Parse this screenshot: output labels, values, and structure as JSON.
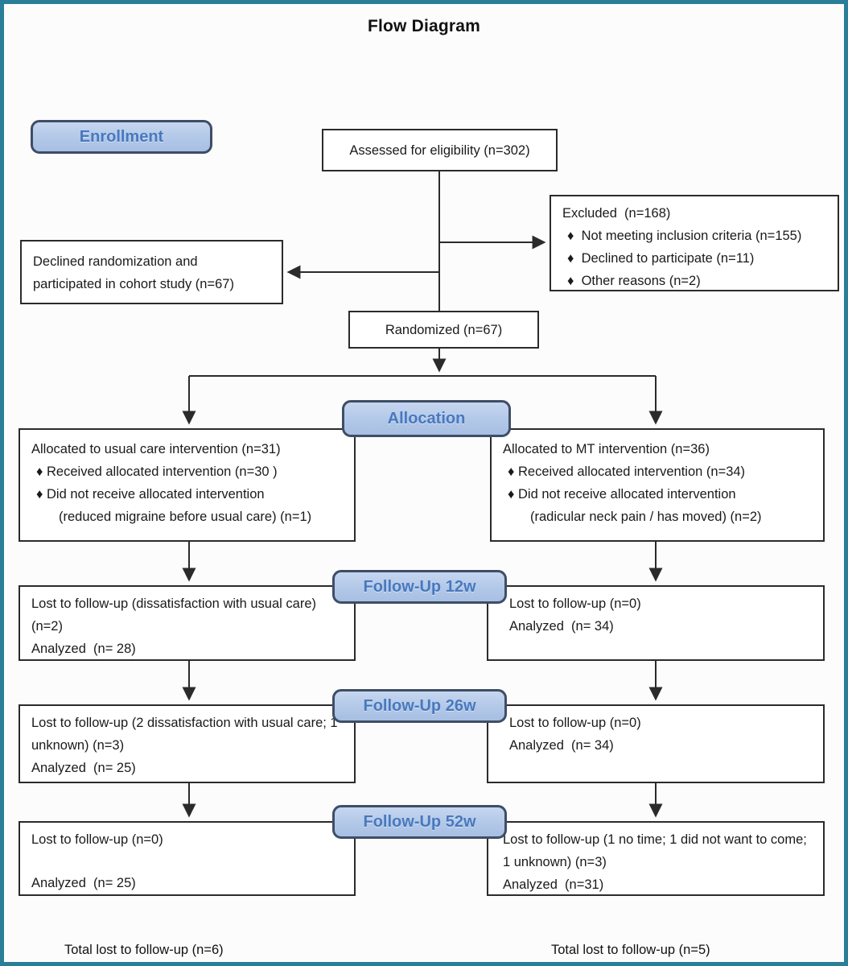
{
  "title": "Flow Diagram",
  "colors": {
    "page_border_teal": "#2a7e97",
    "badge_fill": "#b2c8e8",
    "badge_border": "#3f4e66",
    "badge_text": "#4878be",
    "box_border": "#2b2b2b"
  },
  "badges": {
    "enrollment": "Enrollment",
    "allocation": "Allocation",
    "followup_12w": "Follow-Up 12w",
    "followup_26w": "Follow-Up 26w",
    "followup_52w": "Follow-Up 52w"
  },
  "boxes": {
    "assessed": {
      "lines": [
        "Assessed for eligibility (n=302)"
      ]
    },
    "excluded": {
      "lines": [
        "Excluded  (n=168)",
        "♦  Not meeting inclusion criteria (n=155)",
        "♦  Declined to participate (n=11)",
        "♦  Other reasons (n=2)"
      ]
    },
    "declined": {
      "lines": [
        "Declined randomization and",
        "participated in cohort study (n=67)"
      ]
    },
    "randomized": {
      "lines": [
        "Randomized (n=67)"
      ]
    },
    "alloc_left": {
      "lines": [
        "Allocated to usual care intervention (n=31)",
        "♦ Received allocated intervention (n=30 )",
        "♦ Did not receive allocated intervention",
        "(reduced migraine before usual care) (n=1)"
      ]
    },
    "alloc_right": {
      "lines": [
        "Allocated to MT intervention (n=36)",
        "♦ Received allocated intervention (n=34)",
        "♦ Did not receive allocated intervention",
        "(radicular neck pain / has moved) (n=2)"
      ]
    },
    "fu12_left": {
      "lines": [
        "Lost to follow-up (dissatisfaction with usual care) (n=2)",
        "Analyzed  (n= 28)"
      ]
    },
    "fu12_right": {
      "lines": [
        "Lost to follow-up (n=0)",
        "Analyzed  (n= 34)"
      ]
    },
    "fu26_left": {
      "lines": [
        "Lost to follow-up (2 dissatisfaction with usual care; 1 unknown) (n=3)",
        "Analyzed  (n= 25)"
      ]
    },
    "fu26_right": {
      "lines": [
        "Lost to follow-up (n=0)",
        "Analyzed  (n= 34)"
      ]
    },
    "fu52_left": {
      "lines": [
        "Lost to follow-up (n=0)",
        "Analyzed  (n= 25)"
      ]
    },
    "fu52_right": {
      "lines": [
        "Lost to follow-up (1 no time; 1 did not want to come; 1 unknown) (n=3)",
        "Analyzed  (n=31)"
      ]
    }
  },
  "totals": {
    "left": "Total lost to follow-up (n=6)",
    "right": "Total lost to follow-up (n=5)"
  }
}
